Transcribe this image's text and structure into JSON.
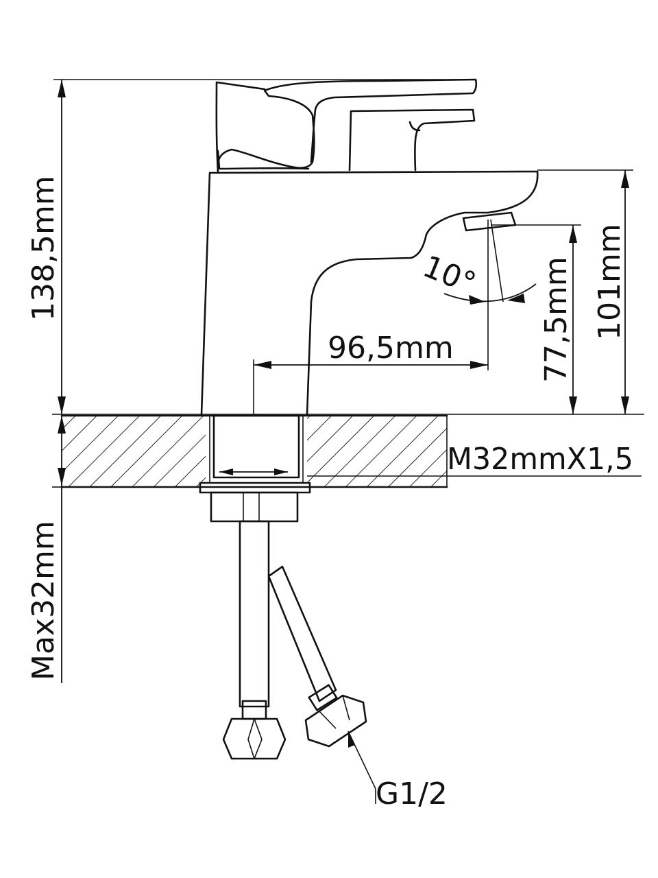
{
  "labels": {
    "height_total": "138,5mm",
    "spout_height": "101mm",
    "aerator_height": "77,5mm",
    "reach": "96,5mm",
    "angle": "10°",
    "thread": "M32mmX1,5",
    "counter_max": "Max32mm",
    "connection": "G1/2"
  }
}
